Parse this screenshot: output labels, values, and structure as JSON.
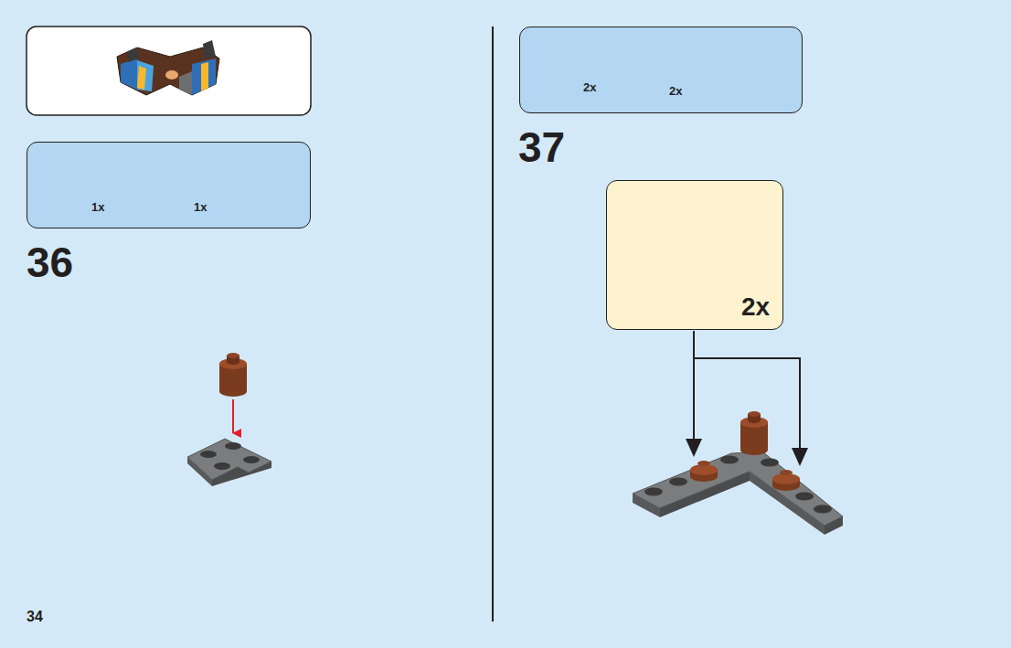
{
  "diagram": {
    "nodes": [
      {
        "text": [
          "1x",
          "1x"
        ]
      },
      {
        "text": [
          "2x",
          "2x"
        ]
      },
      {
        "text": [
          "2x"
        ]
      }
    ],
    "labels": [
      "36",
      "37",
      "34"
    ]
  }
}
